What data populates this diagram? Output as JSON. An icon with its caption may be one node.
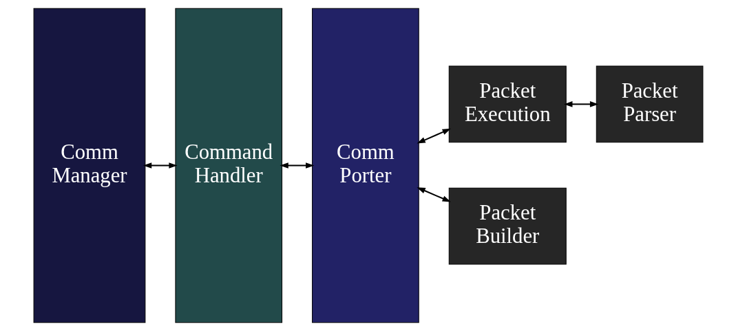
{
  "diagram": {
    "nodes": [
      {
        "text": [
          "Comm Manager"
        ]
      },
      {
        "text": [
          "Command Handler"
        ]
      },
      {
        "text": [
          "Comm Porter"
        ]
      },
      {
        "text": [
          "Packet Execution"
        ]
      },
      {
        "text": [
          "Packet Parser"
        ]
      },
      {
        "text": [
          "Packet Builder"
        ]
      }
    ],
    "edges": [
      {
        "from": 0,
        "to": 1,
        "arrow": "both"
      },
      {
        "from": 1,
        "to": 2,
        "arrow": "both"
      },
      {
        "from": 2,
        "to": 3,
        "arrow": "both"
      },
      {
        "from": 3,
        "to": 4,
        "arrow": "both"
      },
      {
        "from": 2,
        "to": 5,
        "arrow": "both"
      }
    ]
  }
}
